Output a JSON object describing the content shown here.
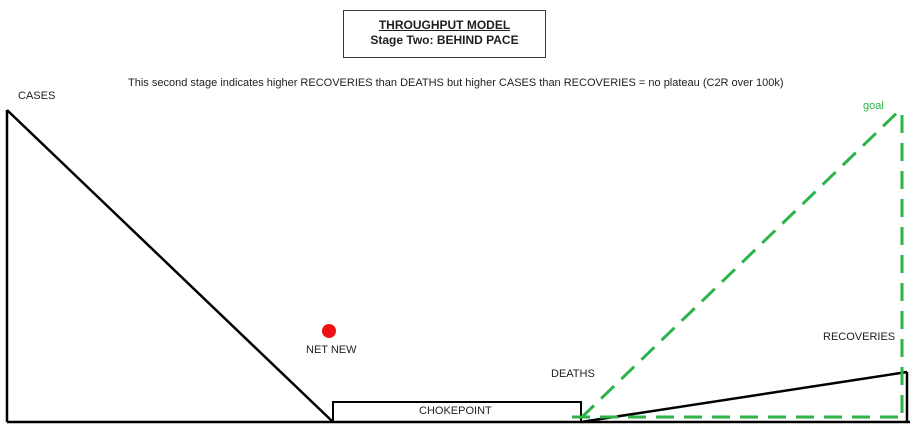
{
  "header": {
    "title": "THROUGHPUT MODEL",
    "subtitle": "Stage Two: BEHIND PACE"
  },
  "description": "This second stage indicates higher RECOVERIES than DEATHS but higher CASES than RECOVERIES = no plateau (C2R over 100k)",
  "labels": {
    "cases": "CASES",
    "net_new": "NET NEW",
    "chokepoint": "CHOKEPOINT",
    "deaths": "DEATHS",
    "recoveries": "RECOVERIES",
    "goal": "goal"
  },
  "colors": {
    "goal": "#2db34a",
    "net_new_dot": "#ee1111",
    "line": "#000000"
  }
}
